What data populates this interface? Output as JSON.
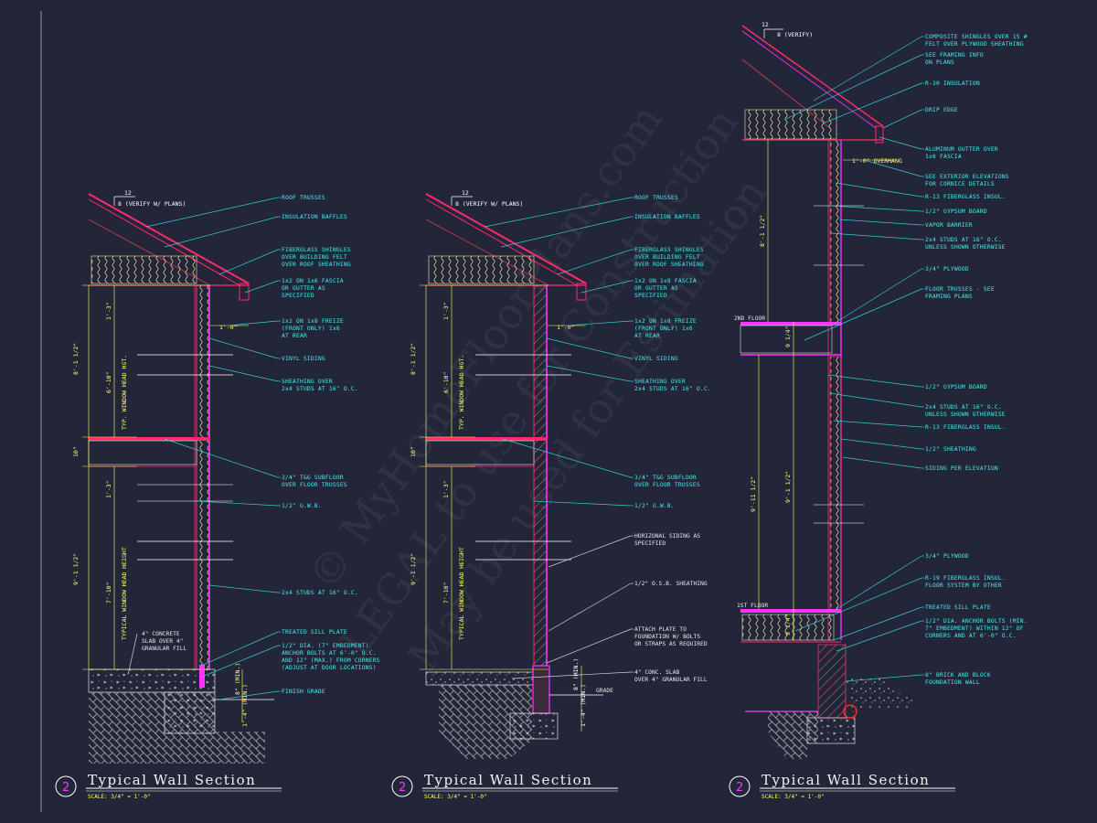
{
  "sections": [
    {
      "number": "2",
      "title": "Typical Wall Section",
      "scale": "SCALE: 3/4\" = 1'-0\"",
      "pitch": {
        "run": "12",
        "rise": "8 (VERIFY W/ PLANS)"
      },
      "dims": {
        "upper_total": "8'-1 1/2\"",
        "upper_head": "6'-10\"",
        "upper_head_text": "TYP. WINDOW HEAD HGT.",
        "upper_top": "1'-3\"",
        "floor": "10\"",
        "lower_total": "9'-1 1/2\"",
        "lower_head": "7'-10\"",
        "lower_head_text": "TYPICAL WINDOW HEAD HEIGHT",
        "lower_top": "1'-3\"",
        "overhang": "1'-0\"",
        "slab_min": "8\" (MIN.)",
        "footing_min": "1'-4\" (MIN.)"
      },
      "labels": [
        "ROOF TRUSSES",
        "INSULATION BAFFLES",
        "FIBERGLASS SHINGLES|OVER BUILDING FELT|OVER ROOF SHEATHING",
        "1x2 ON 1x6 FASCIA|OR GUTTER AS|SPECIFIED",
        "1x2 ON 1x8 FREIZE|(FRONT ONLY) 1x6|AT REAR",
        "VINYL SIDING",
        "SHEATHING OVER|2x4 STUDS AT 16\" O.C.",
        "3/4\" T&G SUBFLOOR|OVER FLOOR TRUSSES",
        "1/2\" G.W.B.",
        "2x4 STUDS AT 16\" O.C.",
        "TREATED SILL PLATE",
        "1/2\" DIA. (7\" EMBEDMENT)|ANCHOR BOLTS AT 6'-0\" O.C.|AND 12\" (MAX.) FROM CORNERS|(ADJUST AT DOOR LOCATIONS)",
        "FINISH GRADE"
      ],
      "slab_label": "4\" CONCRETE|SLAB OVER 4\"|GRANULAR FILL"
    },
    {
      "number": "2",
      "title": "Typical Wall Section",
      "scale": "SCALE: 3/4\" = 1'-0\"",
      "pitch": {
        "run": "12",
        "rise": "8 (VERIFY W/ PLANS)"
      },
      "dims": {
        "upper_total": "8'-1 1/2\"",
        "upper_head": "6'-10\"",
        "upper_head_text": "TYP. WINDOW HEAD HGT.",
        "upper_top": "1'-3\"",
        "floor": "10\"",
        "lower_total": "9'-1 1/2\"",
        "lower_head": "7'-10\"",
        "lower_head_text": "TYPICAL WINDOW HEAD HEIGHT",
        "lower_top": "1'-3\"",
        "overhang": "1'-0\"",
        "slab_min": "8\" (MIN.)",
        "footing_min": "1'-4\" (MIN.)"
      },
      "labels": [
        "ROOF TRUSSES",
        "INSULATION BAFFLES",
        "FIBERGLASS SHINGLES|OVER BUILDING FELT|OVER ROOF SHEATHING",
        "1x2 ON 1x8 FASCIA|OR GUTTER AS|SPECIFIED",
        "1x2 ON 1x8 FREIZE|(FRONT ONLY) 1x6|AT REAR",
        "VINYL SIDING",
        "SHEATHING OVER|2x4 STUDS AT 16\" O.C.",
        "3/4\" T&G SUBFLOOR|OVER FLOOR TRUSSES",
        "1/2\" G.W.B."
      ],
      "white_labels": [
        "HORIZONAL SIDING AS|SPECIFIED",
        "1/2\" O.S.B. SHEATHING",
        "ATTACH PLATE TO|FOUNDATION W/ BOLTS|OR STRAPS AS REQUIRED",
        "4\" CONC. SLAB|OVER 4\" GRANULAR FILL"
      ],
      "grade_label": "GRADE"
    },
    {
      "number": "2",
      "title": "Typical Wall Section",
      "scale": "SCALE: 3/4\" = 1'-0\"",
      "pitch": {
        "run": "12",
        "rise": "8 (VERIFY)"
      },
      "dims": {
        "upper_total": "8'-1 1/2\"",
        "floor_depth": "9 1/4\"",
        "lower_total_outer": "9'-11 1/2\"",
        "lower_total_inner": "9'-1 1/2\"",
        "first_floor_depth": "9 1/4\"",
        "overhang": "1'-0\" OVERHANG"
      },
      "floor_labels": {
        "second": "2ND FLOOR",
        "first": "1ST FLOOR"
      },
      "labels": [
        "COMPOSITE SHINGLES OVER 15 #|FELT OVER PLYWOOD SHEATHING",
        "SEE FRAMING INFO|ON PLANS",
        "R-30 INSULATION",
        "DRIP EDGE",
        "ALUMINUM GUTTER OVER|1x6 FASCIA",
        "SEE EXTERIOR ELEVATIONS|FOR CORNICE DETAILS",
        "R-13 FIBERGLASS INSUL.",
        "1/2\" GYPSUM BOARD",
        "VAPOR BARRIER",
        "2x4 STUDS AT 16\" O.C.|UNLESS SHOWN OTHERWISE",
        "3/4\" PLYWOOD",
        "FLOOR TRUSSES - SEE|FRAMING PLANS",
        "1/2\" GYPSUM BOARD",
        "2x4 STUDS AT 16\" O.C.|UNLESS SHOWN OTHERWISE",
        "R-13 FIBERGLASS INSUL.",
        "1/2\" SHEATHING",
        "SIDING PER ELEVATION",
        "3/4\" PLYWOOD",
        "R-19 FIBERGLASS INSUL.|FLOOR SYSTEM BY OTHER",
        "TREATED SILL PLATE",
        "1/2\" DIA. ANCHOR BOLTS (MIN.|7\" EMBEDMENT) WITHIN 12\" OF|CORNERS AND AT 6'-0\" O.C.",
        "8\" BRICK AND BLOCK|FOUNDATION WALL"
      ]
    }
  ],
  "watermark": "© MyHomeFloorPlans.com|LEGAL to use for Construction|May be used for Estimation",
  "colors": {
    "background": "#222638",
    "leader": "#37c9d2",
    "label": "#55e6ee",
    "structure": "#ff2a6a",
    "sheathing": "#ff33ff",
    "dimension": "#ffff66",
    "insulation": "#f0e0a0"
  }
}
